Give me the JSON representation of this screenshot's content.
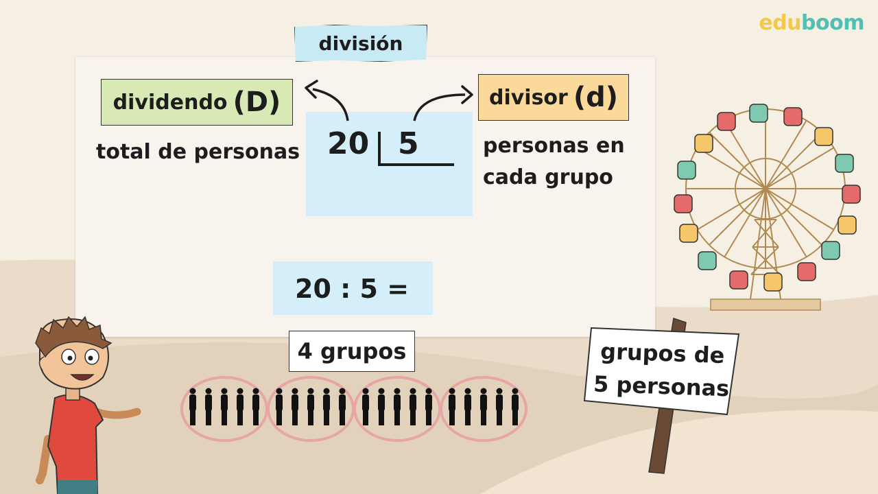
{
  "brand": {
    "logo_part1": "edu",
    "logo_part2": "boom",
    "color1": "#f2c94c",
    "color2": "#4fc1b3"
  },
  "title": "división",
  "dividendo": {
    "label": "dividendo",
    "symbol": "(D)",
    "description": "total de personas",
    "value": "20"
  },
  "divisor": {
    "label": "divisor",
    "symbol": "(d)",
    "description_line1": "personas en",
    "description_line2": "cada grupo",
    "value": "5"
  },
  "equation": "20 : 5 =",
  "groups_label": "4 grupos",
  "sign": {
    "line1": "grupos de",
    "line2": "5 personas"
  },
  "groups": {
    "count": 4,
    "people_per_group": 5
  },
  "colors": {
    "title_tag": "#c7eaf5",
    "dividendo_tag": "#d7eab5",
    "divisor_tag": "#fbd99a",
    "calc_box": "#d4eff9",
    "group_ring": "#e7a6a6"
  }
}
